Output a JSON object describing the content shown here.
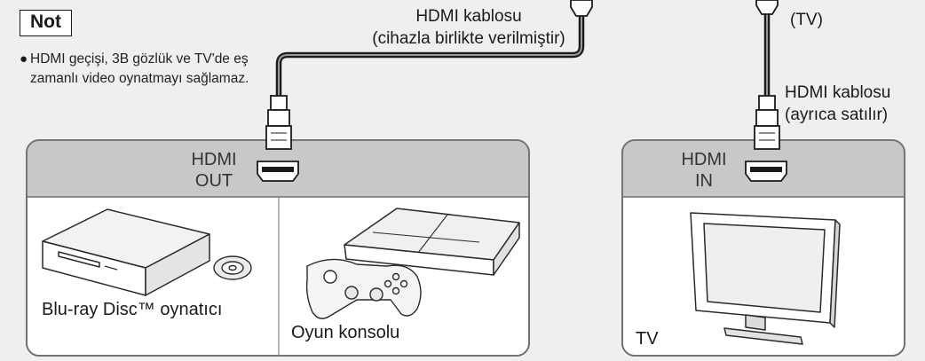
{
  "note": {
    "title": "Not",
    "bullet": "HDMI geçişi, 3B gözlük ve TV'de eş zamanlı video oynatmayı sağlamaz."
  },
  "cables": {
    "left_line1": "HDMI kablosu",
    "left_line2": "(cihazla birlikte verilmiştir)",
    "right_top": "(TV)",
    "right_line1": "HDMI kablosu",
    "right_line2": "(ayrıca satılır)"
  },
  "ports": {
    "source_line1": "HDMI",
    "source_line2": "OUT",
    "tv_line1": "HDMI",
    "tv_line2": "IN"
  },
  "devices": {
    "player": "Blu-ray Disc™ oynatıcı",
    "console": "Oyun konsolu",
    "tv": "TV"
  },
  "colors": {
    "panel_header": "#c8c8c8",
    "panel_border": "#6f6f6f",
    "background": "#efefef"
  }
}
